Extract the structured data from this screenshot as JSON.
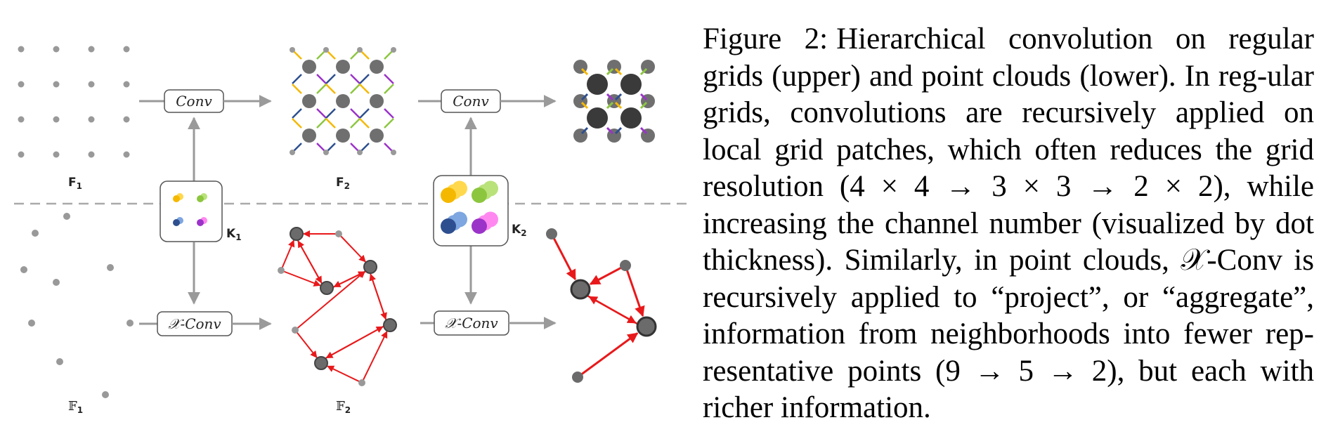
{
  "figure": {
    "upper": {
      "op_label": "Conv",
      "feature_1": "F",
      "feature_1_sub": "1",
      "feature_2": "F",
      "feature_2_sub": "2"
    },
    "lower": {
      "op_label": "𝒳-Conv",
      "feature_1": "𝔽",
      "feature_1_sub": "1",
      "feature_2": "𝔽",
      "feature_2_sub": "2"
    },
    "kernel_1": "K",
    "kernel_1_sub": "1",
    "kernel_2": "K",
    "kernel_2_sub": "2",
    "colors": {
      "gray": "#999999",
      "dark_gray": "#6b6b6b",
      "dark": "#3a3a3a",
      "red": "#e8191b",
      "yellow": "#f5b800",
      "green": "#8cc63f",
      "blue": "#2e4f8f",
      "purple": "#9b33c9"
    }
  },
  "caption": {
    "label": "Figure 2:",
    "text": "Hierarchical convolution on regular grids (upper) and point clouds (lower). In reg-ular grids, convolutions are recursively applied on local grid patches, which often reduces the grid resolution (4 × 4 → 3 × 3 → 2 × 2), while increasing the channel number (visualized by dot thickness). Similarly, in point clouds, 𝒳-Conv is recursively applied to “project”, or “aggregate”, information from neighborhoods into fewer rep-resentative points (9 → 5 → 2), but each with richer information."
  }
}
